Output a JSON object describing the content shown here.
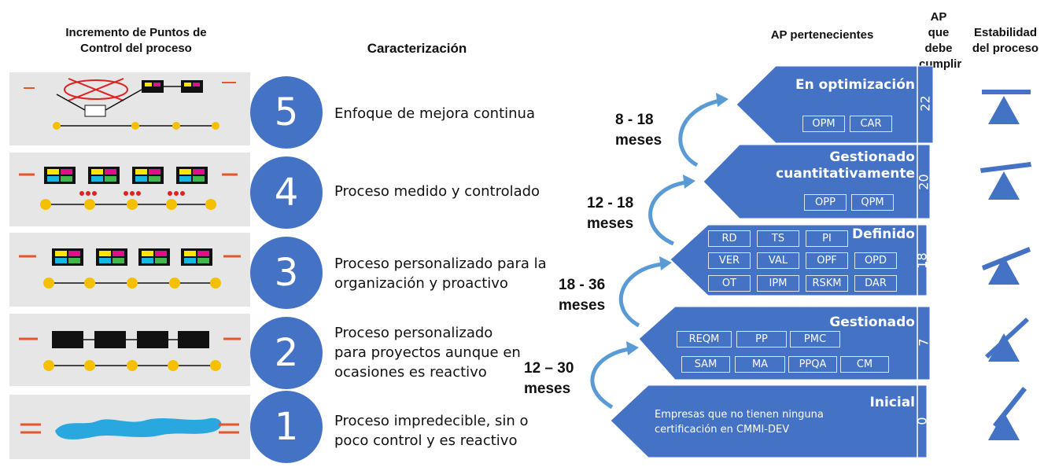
{
  "headers": {
    "increment": "Incremento de Puntos de Control del proceso",
    "characterization": "Caracterización",
    "ap_belonging": "AP pertenecientes",
    "ap_required": "AP que debe cumplir",
    "stability": "Estabilidad del proceso"
  },
  "levels": [
    {
      "number": "5",
      "description": "Enfoque de mejora continua",
      "name": "En optimización",
      "count": "22",
      "kpas": [
        "OPM",
        "CAR"
      ]
    },
    {
      "number": "4",
      "description": "Proceso medido y controlado",
      "name": "Gestionado cuantitativamente",
      "count": "20",
      "kpas": [
        "OPP",
        "QPM"
      ]
    },
    {
      "number": "3",
      "description": "Proceso personalizado para la organización y proactivo",
      "name": "Definido",
      "count": "18",
      "kpas": [
        "RD",
        "TS",
        "PI",
        "VER",
        "VAL",
        "OPF",
        "OPD",
        "OT",
        "IPM",
        "RSKM",
        "DAR"
      ]
    },
    {
      "number": "2",
      "description": "Proceso personalizado para proyectos aunque en ocasiones es reactivo",
      "name": "Gestionado",
      "count": "7",
      "kpas": [
        "REQM",
        "PP",
        "PMC",
        "SAM",
        "MA",
        "PPQA",
        "CM"
      ]
    },
    {
      "number": "1",
      "description": "Proceso impredecible, sin o poco control y es reactivo",
      "name": "Inicial",
      "count": "0",
      "note": "Empresas que no tienen ninguna certificación en CMMI-DEV"
    }
  ],
  "transitions": [
    {
      "range": "8 - 18",
      "unit": "meses"
    },
    {
      "range": "12 - 18",
      "unit": "meses"
    },
    {
      "range": "18 - 36",
      "unit": "meses"
    },
    {
      "range": "12 – 30",
      "unit": "meses"
    }
  ],
  "colors": {
    "accent": "#4472c4",
    "panel": "#e6e6e6",
    "arrow_orange": "#e8552a",
    "node_yellow": "#f5c000",
    "blob": "#29a8e0"
  }
}
